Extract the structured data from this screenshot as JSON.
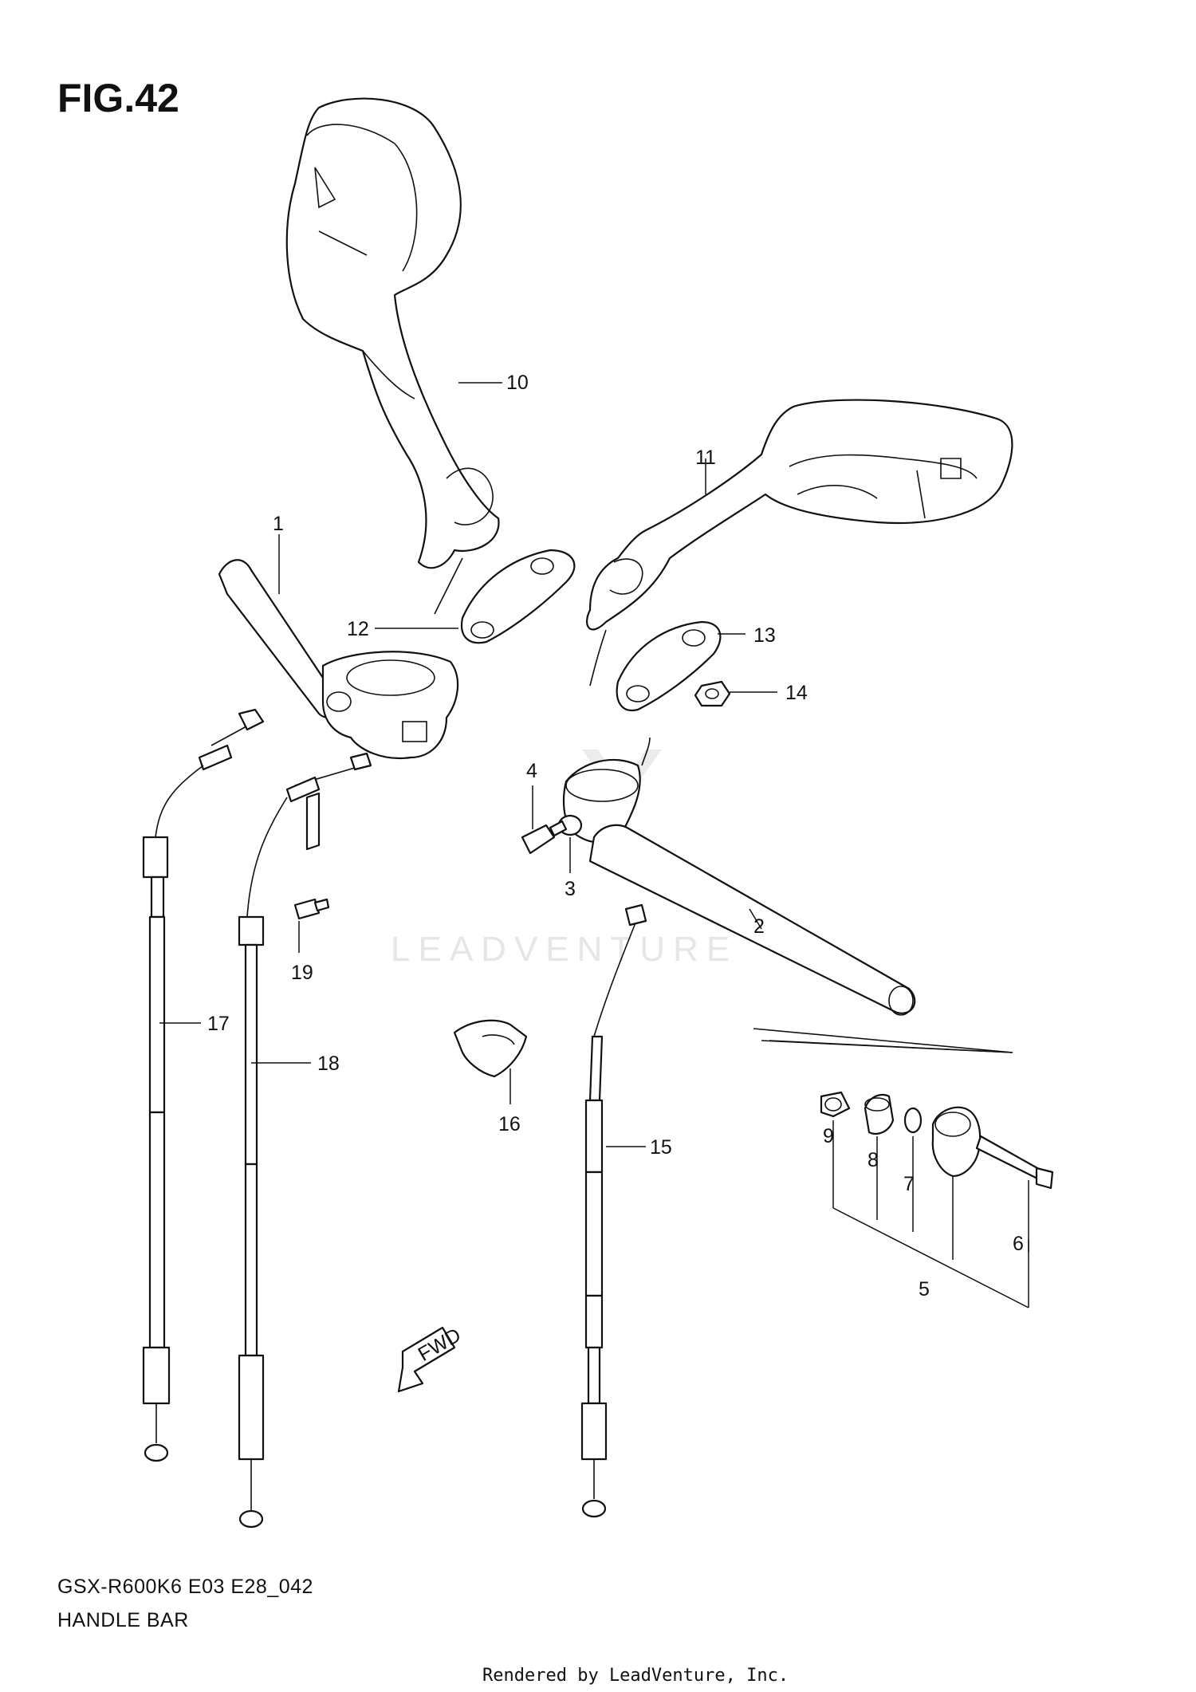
{
  "figure": {
    "title": "FIG.42",
    "model_code": "GSX-R600K6 E03 E28_042",
    "name": "HANDLE BAR",
    "rendered_by": "Rendered by LeadVenture, Inc.",
    "watermark": "LEADVENTURE",
    "fwd_label": "FWD"
  },
  "callouts": [
    {
      "id": "c1",
      "label": "1"
    },
    {
      "id": "c2",
      "label": "2"
    },
    {
      "id": "c3",
      "label": "3"
    },
    {
      "id": "c4",
      "label": "4"
    },
    {
      "id": "c5",
      "label": "5"
    },
    {
      "id": "c6",
      "label": "6"
    },
    {
      "id": "c7",
      "label": "7"
    },
    {
      "id": "c8",
      "label": "8"
    },
    {
      "id": "c9",
      "label": "9"
    },
    {
      "id": "c10",
      "label": "10"
    },
    {
      "id": "c11",
      "label": "11"
    },
    {
      "id": "c12",
      "label": "12"
    },
    {
      "id": "c13",
      "label": "13"
    },
    {
      "id": "c14",
      "label": "14"
    },
    {
      "id": "c15",
      "label": "15"
    },
    {
      "id": "c16",
      "label": "16"
    },
    {
      "id": "c17",
      "label": "17"
    },
    {
      "id": "c18",
      "label": "18"
    },
    {
      "id": "c19",
      "label": "19"
    }
  ]
}
